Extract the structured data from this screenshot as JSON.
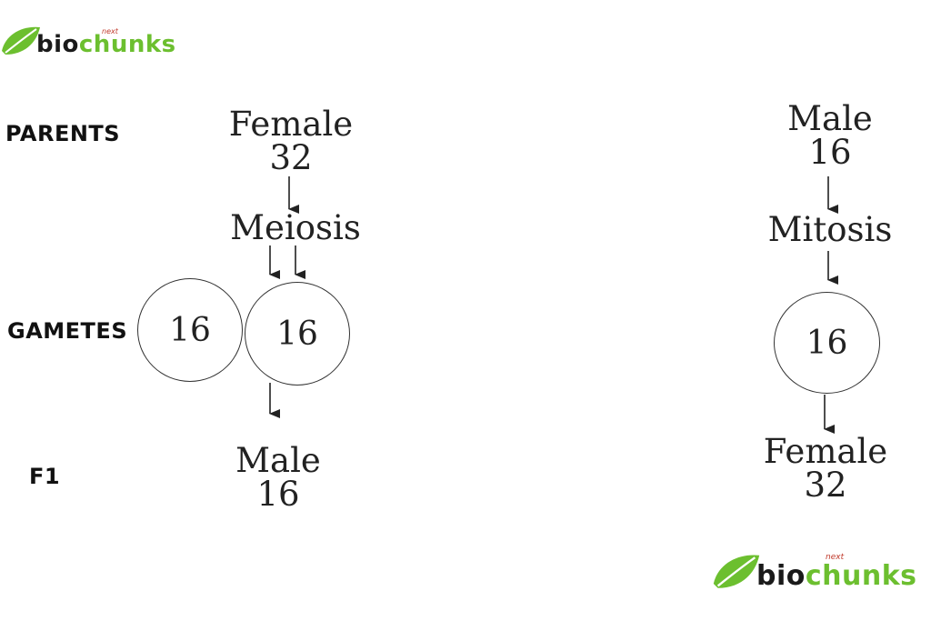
{
  "logo": {
    "bio": "bio",
    "chunks": "chunks",
    "tag": "next"
  },
  "row_labels": {
    "parents": "PARENTS",
    "gametes": "GAMETES",
    "f1": "F1"
  },
  "left": {
    "parent": {
      "sex": "Female",
      "number": "32"
    },
    "process": "Meiosis",
    "gametes": [
      "16",
      "16"
    ],
    "offspring": {
      "sex": "Male",
      "number": "16"
    }
  },
  "right": {
    "parent": {
      "sex": "Male",
      "number": "16"
    },
    "process": "Mitosis",
    "gametes": [
      "16"
    ],
    "offspring": {
      "sex": "Female",
      "number": "32"
    }
  },
  "colors": {
    "brand_green": "#6cbf2f",
    "text": "#222222"
  }
}
